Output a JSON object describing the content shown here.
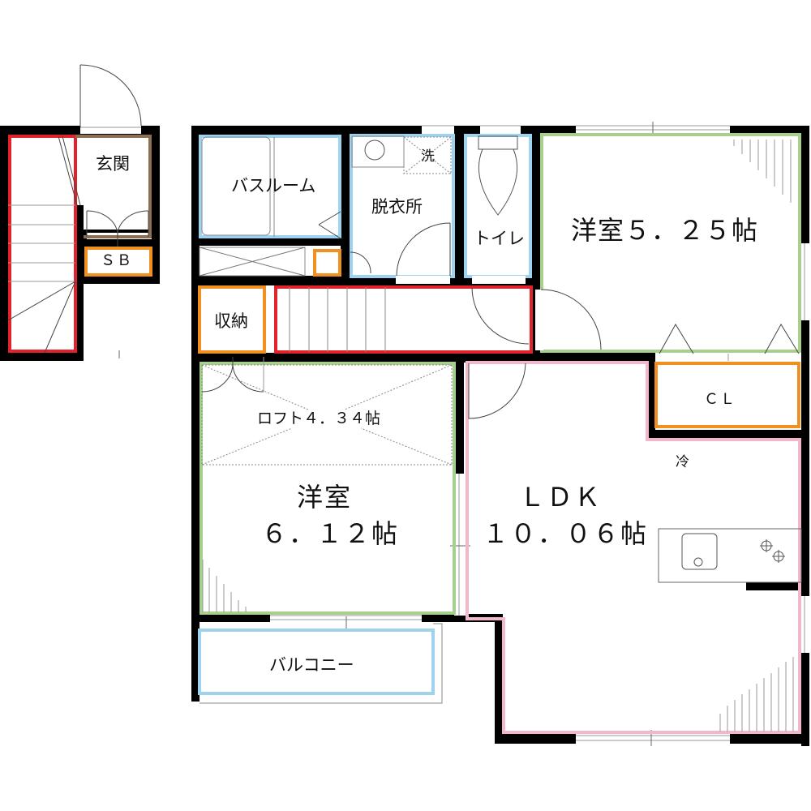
{
  "colors": {
    "wall": "#000000",
    "stairs": "#e0232a",
    "entrance": "#8a7050",
    "storage": "#f0901e",
    "wet_area": "#9ed3ef",
    "western_room": "#a8d08d",
    "ldk": "#f2b7cd",
    "fixture_line": "#555555"
  },
  "rooms": {
    "entrance": {
      "label": "玄関"
    },
    "shoe_box": {
      "label": "ＳＢ"
    },
    "bathroom": {
      "label": "バスルーム"
    },
    "washroom": {
      "label": "脱衣所"
    },
    "washer": {
      "label": "洗"
    },
    "toilet": {
      "label": "トイレ"
    },
    "storage": {
      "label": "収納"
    },
    "bedroom1": {
      "label": "洋室５．２５帖"
    },
    "closet": {
      "label": "ＣＬ"
    },
    "loft": {
      "label": "ロフト４．３４帖"
    },
    "bedroom2": {
      "label_line1": "洋室",
      "label_line2": "６．１２帖"
    },
    "ldk": {
      "label_line1": "ＬＤＫ",
      "label_line2": "１０．０６帖"
    },
    "fridge": {
      "label": "冷"
    },
    "balcony": {
      "label": "バルコニー"
    }
  }
}
